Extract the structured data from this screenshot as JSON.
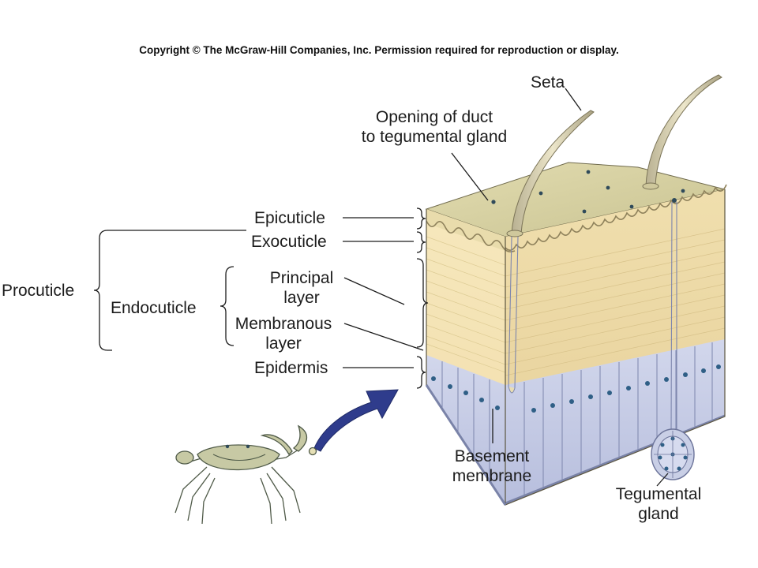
{
  "copyright": "Copyright © The McGraw-Hill Companies, Inc. Permission required for reproduction or display.",
  "labels": {
    "seta": "Seta",
    "duct_line1": "Opening of duct",
    "duct_line2": "to tegumental gland",
    "epicuticle": "Epicuticle",
    "exocuticle": "Exocuticle",
    "procuticle": "Procuticle",
    "endocuticle": "Endocuticle",
    "principal_line1": "Principal",
    "principal_line2": "layer",
    "membranous_line1": "Membranous",
    "membranous_line2": "layer",
    "epidermis": "Epidermis",
    "basement_line1": "Basement",
    "basement_line2": "membrane",
    "tegumental_line1": "Tegumental",
    "tegumental_line2": "gland"
  },
  "colors": {
    "top_surface": "#d9d4a4",
    "front_cuticle": "#f4e3b3",
    "side_cuticle": "#e9d39e",
    "exocuticle_wave": "#a89a72",
    "epidermis": "#c7cde6",
    "cell_nucleus": "#2f5f86",
    "arrow": "#2f3c8c",
    "line": "#1c1c1c"
  }
}
